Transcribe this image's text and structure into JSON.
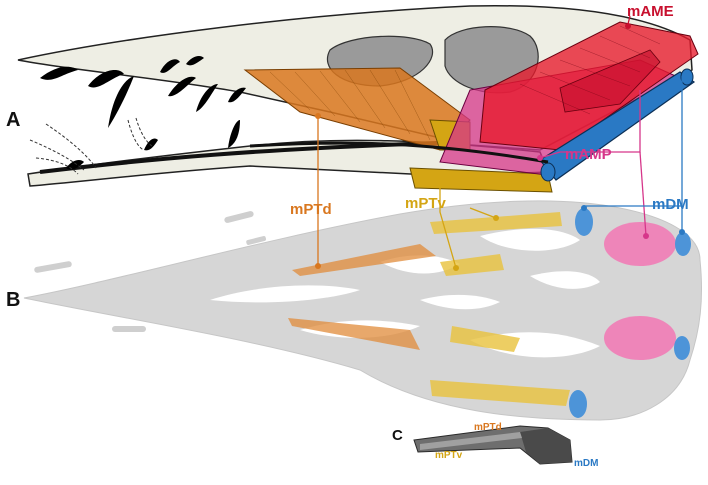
{
  "panels": {
    "a": "A",
    "b": "B",
    "c": "C"
  },
  "muscles": {
    "mAME": {
      "label": "mAME",
      "color": "#c8102e"
    },
    "mAMP": {
      "label": "mAMP",
      "color": "#d6368a"
    },
    "mPTd": {
      "label": "mPTd",
      "color": "#d9771f"
    },
    "mPTv": {
      "label": "mPTv",
      "color": "#d4a514"
    },
    "mDM": {
      "label": "mDM",
      "color": "#2a79c4"
    }
  },
  "inset_labels": {
    "mPTd": "mPTd",
    "mPTv": "mPTv",
    "mDM": "mDM"
  }
}
